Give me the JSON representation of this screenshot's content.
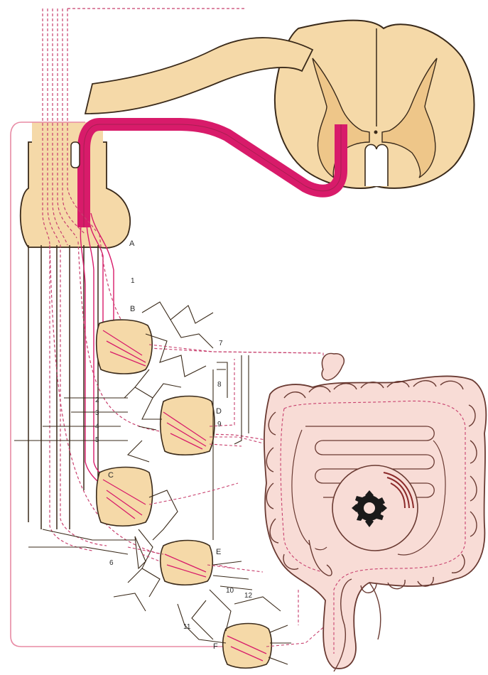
{
  "diagram": {
    "ganglion_labels": {
      "a": "A",
      "b": "B",
      "c": "C",
      "d": "D",
      "e": "E",
      "f": "F"
    },
    "nerve_numbers": {
      "n1": "1",
      "n2": "2",
      "n3": "3",
      "n4": "4",
      "n5": "5",
      "n6": "6",
      "n7": "7",
      "n8": "8",
      "n9": "9",
      "n10": "10",
      "n11": "11",
      "n12": "12"
    },
    "colors": {
      "tissue": "#f5d9a8",
      "tissue_dark": "#e9bf80",
      "outline": "#3a2a1a",
      "fiber": "#d81b6a",
      "dash": "#c8406e",
      "colon": "#f8dcd6",
      "colon_outline": "#6a3a32",
      "thin": "#e88aa4"
    }
  }
}
